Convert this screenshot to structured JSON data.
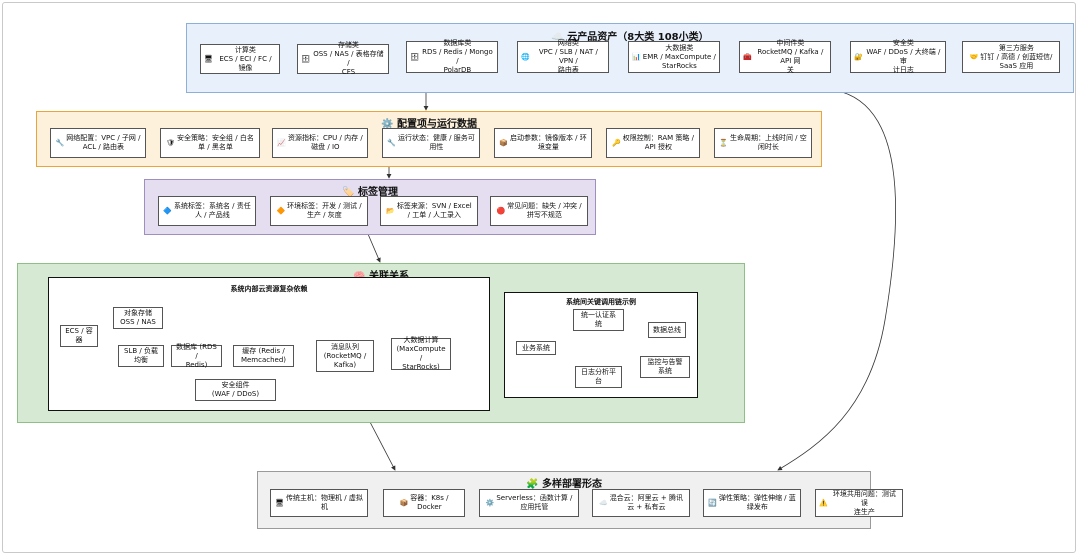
{
  "assets": {
    "title": "☁️ 云产品资产（8大类 108小类）",
    "items": [
      {
        "icon": "🖥",
        "text": "计算类\nECS / ECI / FC / 镜像"
      },
      {
        "icon": "🗄",
        "text": "存储类\nOSS / NAS / 表格存储 /\nCFS"
      },
      {
        "icon": "🗄",
        "text": "数据库类\nRDS / Redis / Mongo /\nPolarDB"
      },
      {
        "icon": "🌐",
        "text": "网络类\nVPC / SLB / NAT / VPN /\n路由表"
      },
      {
        "icon": "📊",
        "text": "大数据类\nEMR / MaxCompute /\nStarRocks"
      },
      {
        "icon": "🧰",
        "text": "中间件类\nRocketMQ / Kafka / API 网\n关"
      },
      {
        "icon": "🔐",
        "text": "安全类\nWAF / DDoS / 大终端 / 审\n计日志"
      },
      {
        "icon": "🤝",
        "text": "第三方服务\n钉钉 / 高德 / 创蓝短信/\nSaaS 应用"
      }
    ]
  },
  "config": {
    "title": "⚙️ 配置项与运行数据",
    "items": [
      {
        "icon": "🔧",
        "text": "网络配置：VPC / 子网 /\nACL / 路由表"
      },
      {
        "icon": "🛡",
        "text": "安全策略：安全组 / 白名\n单 / 黑名单"
      },
      {
        "icon": "📈",
        "text": "资源指标：CPU / 内存 /\n磁盘 / IO"
      },
      {
        "icon": "🔧",
        "text": "运行状态：健康 / 服务可\n用性"
      },
      {
        "icon": "📦",
        "text": "启动参数：镜像版本 / 环\n境变量"
      },
      {
        "icon": "🔑",
        "text": "权限控制：RAM 策略 /\nAPI 授权"
      },
      {
        "icon": "⏳",
        "text": "生命周期：上线时间 / 空\n闲时长"
      }
    ]
  },
  "tags": {
    "title": "🏷️ 标签管理",
    "items": [
      {
        "icon": "🔷",
        "text": "系统标签：系统名 / 责任\n人 / 产品线"
      },
      {
        "icon": "🔶",
        "text": "环境标签：开发 / 测试 /\n生产 / 灰度"
      },
      {
        "icon": "📂",
        "text": "标签来源：SVN / Excel\n/ 工单 / 人工录入"
      },
      {
        "icon": "🔴",
        "text": "常见问题：缺失 / 冲突 /\n拼写不规范"
      }
    ]
  },
  "relations": {
    "title": "🧠 关联关系",
    "internal": {
      "title": "系统内部云资源复杂依赖",
      "nodes": {
        "ecs": "ECS / 容\n器",
        "oss": "对象存储\nOSS / NAS",
        "slb": "SLB / 负载\n均衡",
        "db": "数据库 (RDS /\nRedis)",
        "cache": "缓存 (Redis /\nMemcached)",
        "mq": "消息队列\n(RocketMQ /\nKafka)",
        "bigdata": "大数据计算\n(MaxCompute /\nStarRocks)",
        "sec": "安全组件\n(WAF / DDoS)"
      }
    },
    "calls": {
      "title": "系统间关键调用链示例",
      "nodes": {
        "biz": "业务系统",
        "auth": "统一认证系\n统",
        "bus": "数据总线",
        "log": "日志分析平\n台",
        "mon": "监控与告警\n系统"
      }
    }
  },
  "deploy": {
    "title": "🧩 多样部署形态",
    "items": [
      {
        "icon": "🖥",
        "text": "传统主机：物理机 / 虚拟\n机"
      },
      {
        "icon": "📦",
        "text": "容器：K8s /\nDocker"
      },
      {
        "icon": "⚙️",
        "text": "Serverless：函数计算 /\n应用托管"
      },
      {
        "icon": "☁️",
        "text": "混合云：阿里云 + 腾讯\n云 + 私有云"
      },
      {
        "icon": "🔄",
        "text": "弹性策略：弹性伸缩 / 蓝\n绿发布"
      },
      {
        "icon": "⚠️",
        "text": "环境共用问题：测试误\n连生产"
      }
    ]
  },
  "colors": {
    "assets_bg": "#e8f1fb",
    "assets_border": "#8db0d8",
    "config_bg": "#fdf1dc",
    "config_border": "#e9a43a",
    "tags_bg": "#e4def0",
    "tags_border": "#9f8fc0",
    "rel_bg": "#d6e9d2",
    "rel_border": "#8fbf86",
    "deploy_bg": "#f0f0f0",
    "deploy_border": "#9a9a9a"
  }
}
